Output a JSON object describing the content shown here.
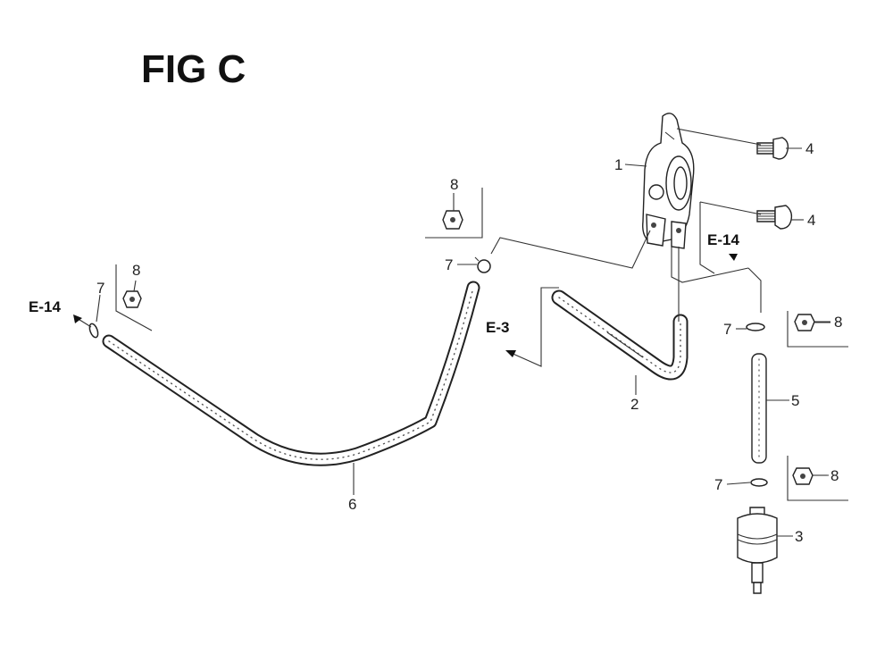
{
  "figure": {
    "title": "FIG C"
  },
  "references": {
    "e14_left": "E-14",
    "e14_right": "E-14",
    "e3": "E-3"
  },
  "callouts": {
    "pump": "1",
    "hose_short": "2",
    "filter": "3",
    "bolt_top": "4",
    "bolt_mid": "4",
    "tube": "5",
    "hose_long": "6",
    "clip_center": "7",
    "clip_left": "7",
    "clip_right_top": "7",
    "clip_right_bottom": "7",
    "clamp_center": "8",
    "clamp_left": "8",
    "clamp_right_top": "8",
    "clamp_right_bottom": "8"
  },
  "colors": {
    "line": "#222222",
    "background": "#ffffff"
  }
}
